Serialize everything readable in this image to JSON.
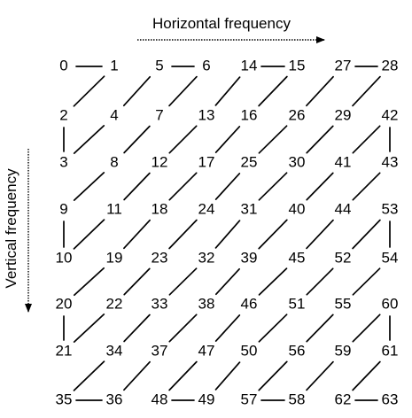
{
  "labels": {
    "horizontal_axis": "Horizontal frequency",
    "vertical_axis": "Vertical frequency"
  },
  "colors": {
    "ink": "#000000",
    "background": "#ffffff"
  },
  "zigzag_grid": [
    [
      "0",
      "1",
      "5",
      "6",
      "14",
      "15",
      "27",
      "28"
    ],
    [
      "2",
      "4",
      "7",
      "13",
      "16",
      "26",
      "29",
      "42"
    ],
    [
      "3",
      "8",
      "12",
      "17",
      "25",
      "30",
      "41",
      "43"
    ],
    [
      "9",
      "11",
      "18",
      "24",
      "31",
      "40",
      "44",
      "53"
    ],
    [
      "10",
      "19",
      "23",
      "32",
      "39",
      "45",
      "52",
      "54"
    ],
    [
      "20",
      "22",
      "33",
      "38",
      "46",
      "51",
      "55",
      "60"
    ],
    [
      "21",
      "34",
      "37",
      "47",
      "50",
      "56",
      "59",
      "61"
    ],
    [
      "35",
      "36",
      "48",
      "49",
      "57",
      "58",
      "62",
      "63"
    ]
  ]
}
